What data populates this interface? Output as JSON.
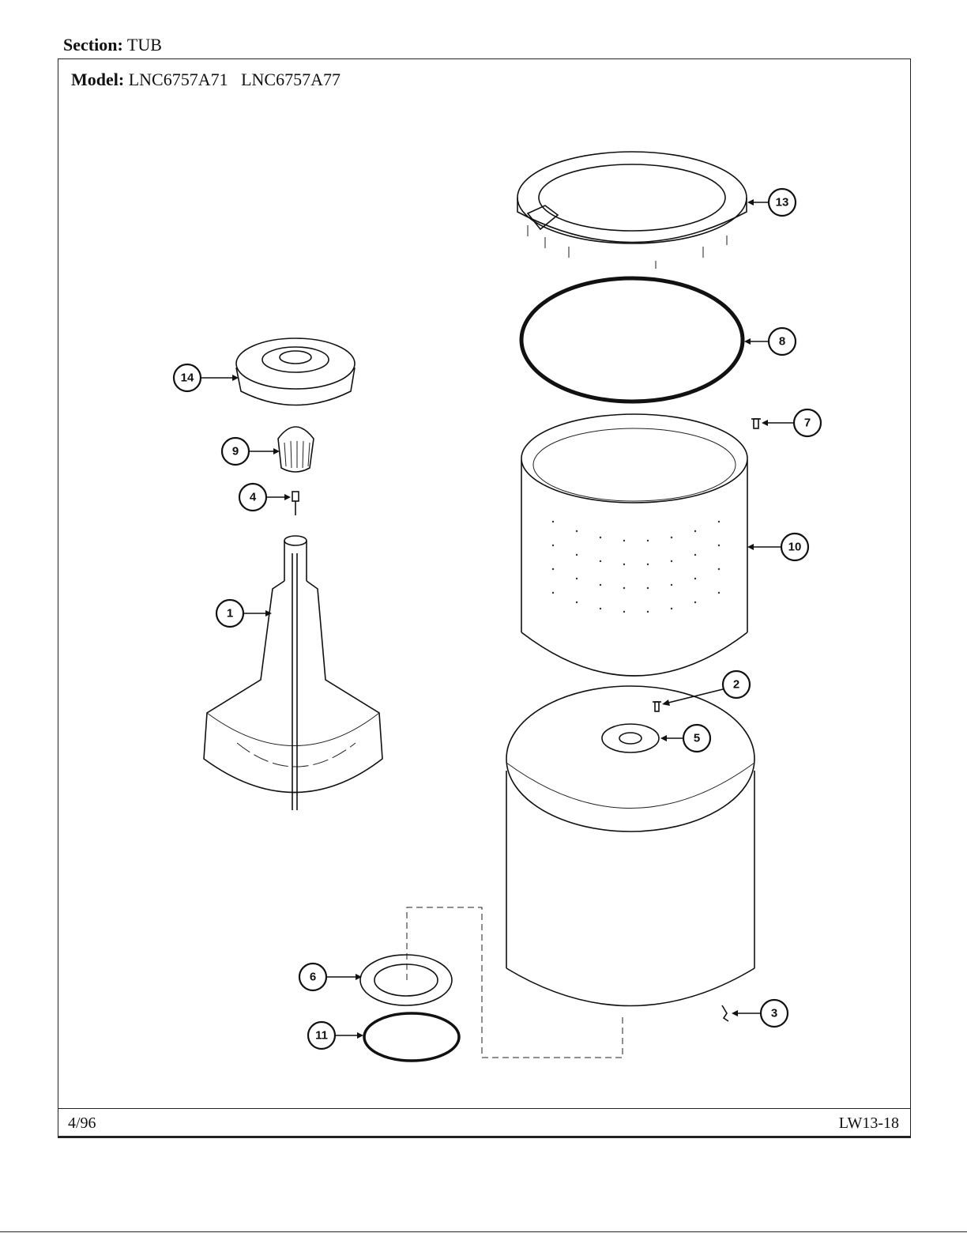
{
  "header": {
    "section_label": "Section:",
    "section_value": "TUB",
    "model_label": "Model:",
    "model_value": "LNC6757A71   LNC6757A77"
  },
  "footer": {
    "date": "4/96",
    "page_code": "LW13-18"
  },
  "callouts": [
    {
      "number": "1",
      "part": "agitator"
    },
    {
      "number": "2",
      "part": "screw"
    },
    {
      "number": "3",
      "part": "clip"
    },
    {
      "number": "4",
      "part": "bolt"
    },
    {
      "number": "5",
      "part": "flange"
    },
    {
      "number": "6",
      "part": "gasket-plate"
    },
    {
      "number": "7",
      "part": "screw"
    },
    {
      "number": "8",
      "part": "ring-seal"
    },
    {
      "number": "9",
      "part": "agitator-cap"
    },
    {
      "number": "10",
      "part": "spin-basket"
    },
    {
      "number": "11",
      "part": "o-ring"
    },
    {
      "number": "13",
      "part": "tub-ring"
    },
    {
      "number": "14",
      "part": "fabric-softener-dispenser"
    }
  ]
}
